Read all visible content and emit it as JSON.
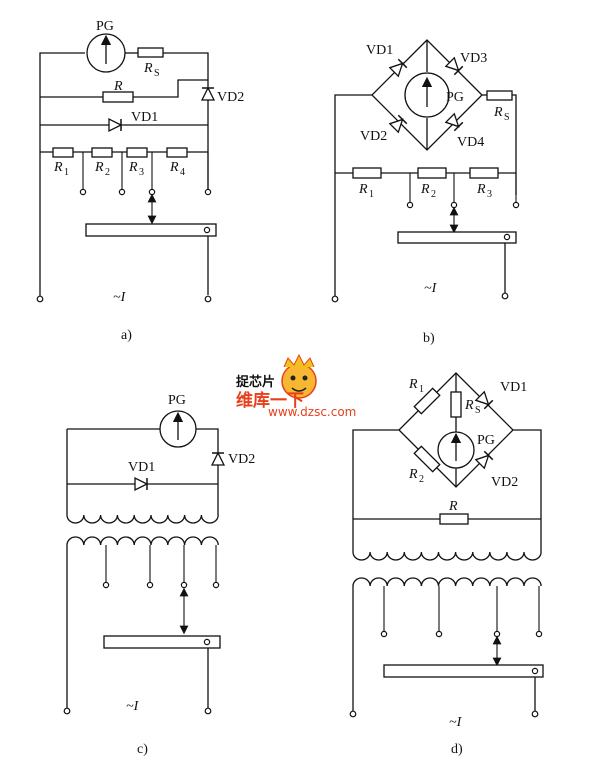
{
  "labels": {
    "pg": "PG",
    "rs": "R",
    "rs_sub": "S",
    "r": "R",
    "r1": "R",
    "r1_sub": "1",
    "r2": "R",
    "r2_sub": "2",
    "r3": "R",
    "r3_sub": "3",
    "r4": "R",
    "r4_sub": "4",
    "vd1": "VD1",
    "vd2": "VD2",
    "vd3": "VD3",
    "vd4": "VD4",
    "source": "~I"
  },
  "captions": {
    "a": "a)",
    "b": "b)",
    "c": "c)",
    "d": "d)"
  },
  "watermark": {
    "line1": "维库一下",
    "url": "www.dzsc.com",
    "logo_text": "捉芯片"
  },
  "colors": {
    "ink": "#111111",
    "watermark": "#e8401c",
    "paper": "#ffffff"
  }
}
